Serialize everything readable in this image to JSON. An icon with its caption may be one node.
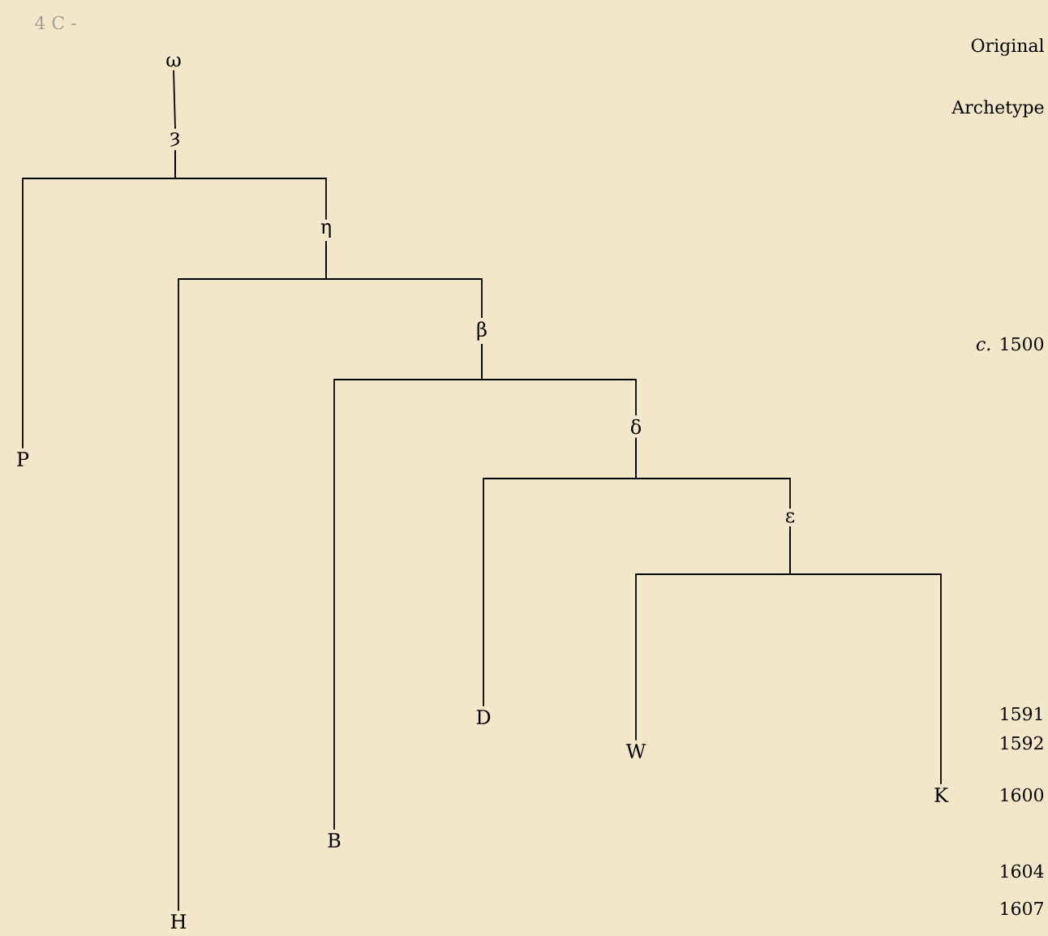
{
  "diagram": {
    "nodes": [
      {
        "text": [
          "ω"
        ]
      },
      {
        "text": [
          "ȝ"
        ]
      },
      {
        "text": [
          "P"
        ]
      },
      {
        "text": [
          "η"
        ]
      },
      {
        "text": [
          "H"
        ]
      },
      {
        "text": [
          "β"
        ]
      },
      {
        "text": [
          "B"
        ]
      },
      {
        "text": [
          "δ"
        ]
      },
      {
        "text": [
          "D"
        ]
      },
      {
        "text": [
          "ε"
        ]
      },
      {
        "text": [
          "W"
        ]
      },
      {
        "text": [
          "K"
        ]
      }
    ],
    "edges": [
      {
        "from": 0,
        "to": 1,
        "arrow": "none"
      },
      {
        "from": 1,
        "to": 2,
        "arrow": "none"
      },
      {
        "from": 1,
        "to": 3,
        "arrow": "none"
      },
      {
        "from": 3,
        "to": 4,
        "arrow": "none"
      },
      {
        "from": 3,
        "to": 5,
        "arrow": "none"
      },
      {
        "from": 5,
        "to": 6,
        "arrow": "none"
      },
      {
        "from": 5,
        "to": 7,
        "arrow": "none"
      },
      {
        "from": 7,
        "to": 8,
        "arrow": "none"
      },
      {
        "from": 7,
        "to": 9,
        "arrow": "none"
      },
      {
        "from": 9,
        "to": 10,
        "arrow": "none"
      },
      {
        "from": 9,
        "to": 11,
        "arrow": "none"
      }
    ],
    "labels": [
      "4 C -",
      "Original",
      "Archetype",
      "*c.* 1500",
      "1591",
      "1592",
      "1600",
      "1604",
      "1607"
    ]
  }
}
